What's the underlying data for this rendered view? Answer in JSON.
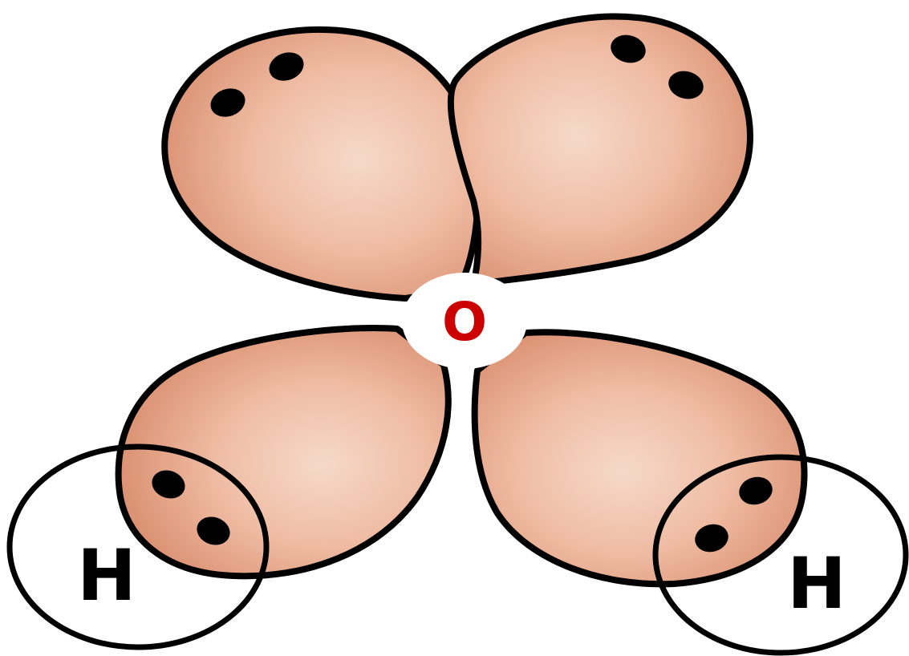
{
  "diagram": {
    "center_atom": "O",
    "bonded_atoms": [
      "H",
      "H"
    ]
  },
  "colors": {
    "lobe_highlight": "#f6d7c6",
    "lobe_mid": "#efb79b",
    "lobe_shadow": "#d98b6c",
    "outline": "#000000",
    "oxygen_label": "#cc0000",
    "hydrogen_label": "#000000",
    "oxygen_badge": "#ffffff"
  },
  "electron_pairs": [
    {
      "lobe": "top-left",
      "electrons": 2
    },
    {
      "lobe": "top-right",
      "electrons": 2
    },
    {
      "lobe": "bottom-left",
      "electrons": 2
    },
    {
      "lobe": "bottom-right",
      "electrons": 2
    }
  ]
}
